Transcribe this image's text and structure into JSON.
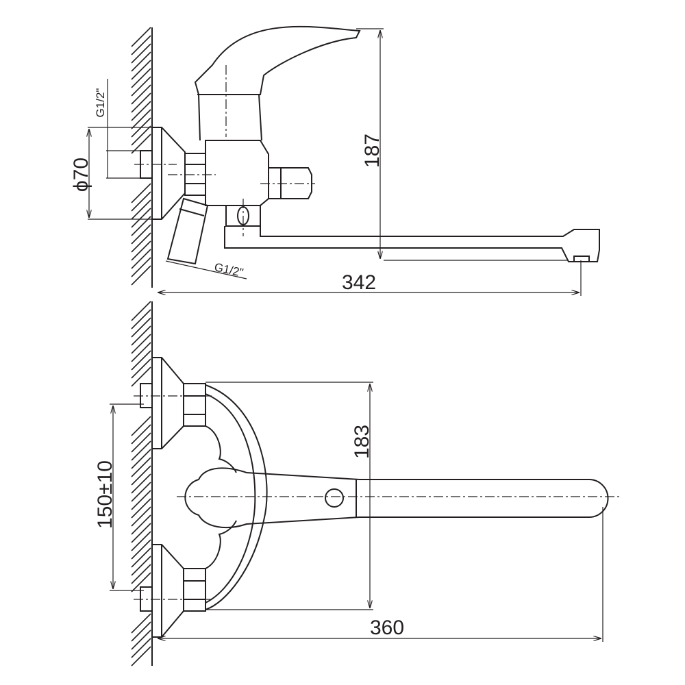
{
  "side_view": {
    "thread_top": "G1/2\"",
    "diameter": "ϕ70",
    "height": "187",
    "thread_bottom": "G1/2\"",
    "length": "342"
  },
  "top_view": {
    "depth": "183",
    "spacing": "150±10",
    "length": "360"
  }
}
